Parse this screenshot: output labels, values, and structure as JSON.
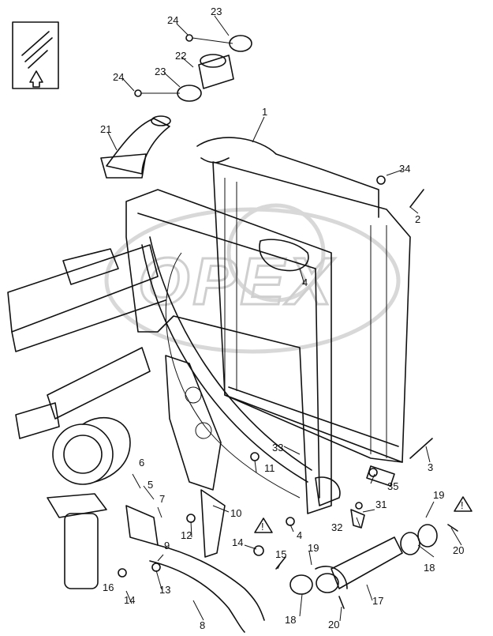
{
  "figure": {
    "watermark_text": "OPEX",
    "orientation_icon": "front-direction-arrow-icon",
    "warning_icon": "warning-triangle-icon",
    "callouts": [
      "1",
      "2",
      "3",
      "4",
      "4",
      "5",
      "6",
      "7",
      "8",
      "9",
      "10",
      "11",
      "12",
      "13",
      "14",
      "14",
      "15",
      "16",
      "17",
      "18",
      "18",
      "19",
      "19",
      "20",
      "20",
      "21",
      "22",
      "23",
      "23",
      "24",
      "24",
      "31",
      "32",
      "33",
      "34",
      "35"
    ]
  }
}
